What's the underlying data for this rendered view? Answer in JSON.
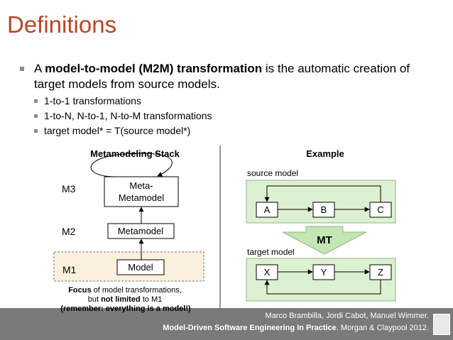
{
  "title": "Definitions",
  "bullet_main": {
    "prefix": "A ",
    "bold": "model-to-model (M2M) transformation",
    "suffix": " is the automatic creation of target models from source models."
  },
  "sub_bullets": [
    "1-to-1 transformations",
    "1-to-N, N-to-1, N-to-M transformations",
    "target model* = T(source model*)"
  ],
  "stack": {
    "heading": "Metamodeling Stack",
    "levels": [
      "M3",
      "M2",
      "M1"
    ],
    "metametamodel_line1": "Meta-",
    "metametamodel_line2": "Metamodel",
    "metamodel": "Metamodel",
    "model": "Model",
    "focus_bold": "Focus",
    "focus_rest": " of model transformations,",
    "but": "but ",
    "not_limited": "not limited",
    "to_m1": " to M1",
    "remember": "(remember: everything is a model!)"
  },
  "example": {
    "heading": "Example",
    "source_label": "source model",
    "target_label": "target model",
    "source_nodes": [
      "A",
      "B",
      "C"
    ],
    "target_nodes": [
      "X",
      "Y",
      "Z"
    ],
    "mt_label": "MT"
  },
  "footer": {
    "line1": "Marco Brambilla, Jordi Cabot, Manuel Wimmer.",
    "line2_bold": "Model-Driven Software Engineering In Practice",
    "line2_rest": ". Morgan & Claypool 2012."
  },
  "colors": {
    "title": "#b5462a",
    "panel_fill": "#dcf0d2",
    "m1_fill": "#faf0dc",
    "mt_arrow": "#c3e6b4",
    "footer": "#7a7a7a"
  }
}
